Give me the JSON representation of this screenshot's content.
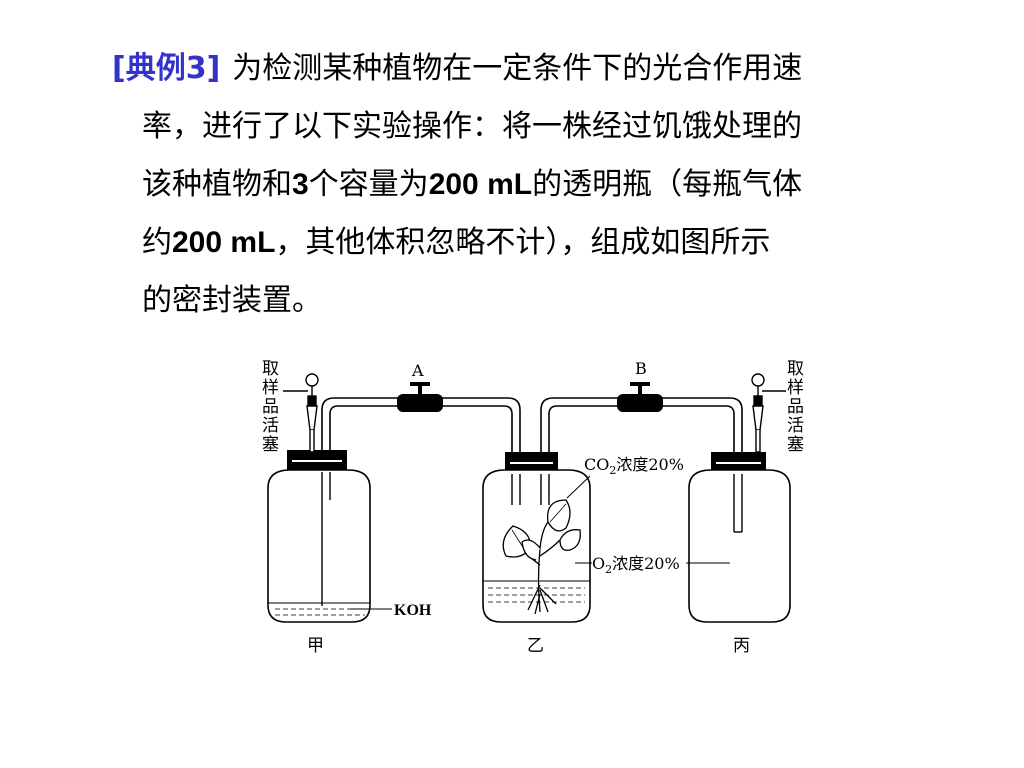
{
  "problem": {
    "tag": "[典例3]",
    "line1": "为检测某种植物在一定条件下的光合作用速",
    "line2": "率，进行了以下实验操作：将一株经过饥饿处理的",
    "line3_a": "该种植物和",
    "line3_b": "3",
    "line3_c": "个容量为",
    "line3_d": "200 mL",
    "line3_e": "的透明瓶（每瓶气体",
    "line4_a": "约",
    "line4_b": "200 mL",
    "line4_c": "，其他体积忽略不计），组成如图所示",
    "line5": "的密封装置。"
  },
  "diagram": {
    "valve_a": "A",
    "valve_b": "B",
    "sampling_valve_left": [
      "取",
      "样",
      "品",
      "活",
      "塞"
    ],
    "sampling_valve_right": [
      "取",
      "样",
      "品",
      "活",
      "塞"
    ],
    "co2_label_prefix": "CO",
    "co2_label_sub": "2",
    "co2_label_suffix": "浓度20%",
    "o2_label_prefix": "O",
    "o2_label_sub": "2",
    "o2_label_suffix": "浓度20%",
    "koh_label": "KOH",
    "bottle_left": "甲",
    "bottle_middle": "乙",
    "bottle_right": "丙"
  }
}
